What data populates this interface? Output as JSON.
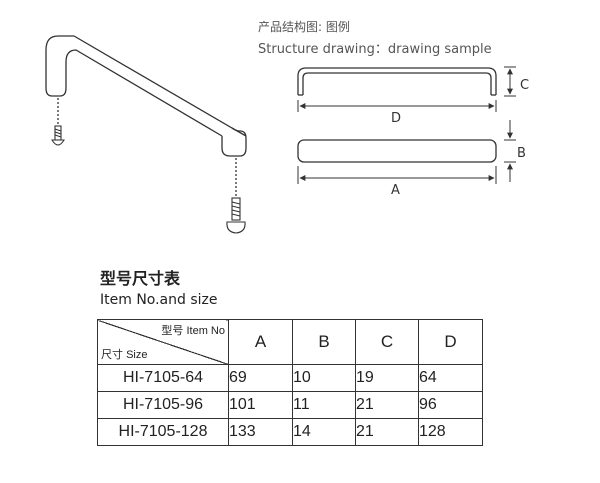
{
  "structure": {
    "title_zh": "产品结构图: 图例",
    "title_en": "Structure drawing：drawing sample"
  },
  "dimensions": {
    "labels": {
      "a": "A",
      "b": "B",
      "c": "C",
      "d": "D"
    }
  },
  "size_table": {
    "title_zh": "型号尺寸表",
    "title_en": "Item No.and size",
    "header": {
      "item_zh": "型号",
      "item_en": "Item No",
      "size_zh": "尺寸",
      "size_en": "Size",
      "columns": [
        "A",
        "B",
        "C",
        "D"
      ]
    },
    "rows": [
      {
        "model": "HI-7105-64",
        "a": "69",
        "b": "10",
        "c": "19",
        "d": "64"
      },
      {
        "model": "HI-7105-96",
        "a": "101",
        "b": "11",
        "c": "21",
        "d": "96"
      },
      {
        "model": "HI-7105-128",
        "a": "133",
        "b": "14",
        "c": "21",
        "d": "128"
      }
    ]
  }
}
